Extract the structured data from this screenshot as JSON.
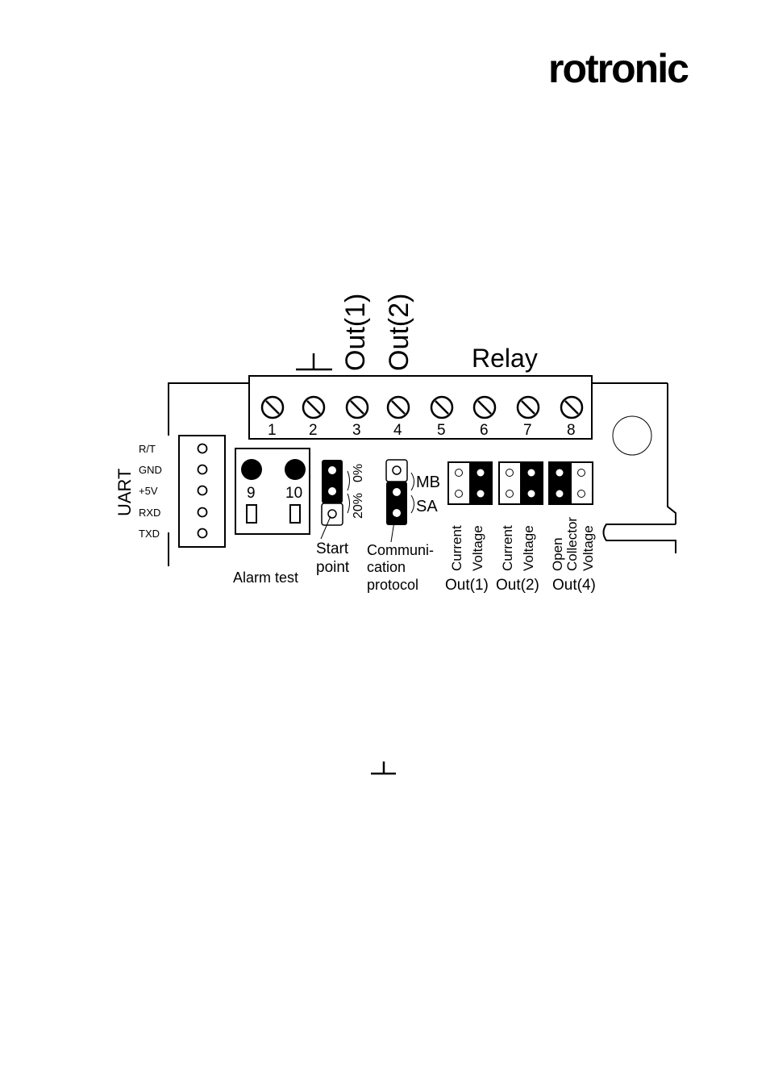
{
  "brand": {
    "logo_text": "rotronic"
  },
  "terminal": {
    "top_labels": [
      "Out(1)",
      "Out(2)"
    ],
    "relay_label": "Relay",
    "numbers": [
      "1",
      "2",
      "3",
      "4",
      "5",
      "6",
      "7",
      "8"
    ]
  },
  "uart": {
    "title": "UART",
    "pins": [
      "R/T",
      "GND",
      "+5V",
      "RXD",
      "TXD"
    ]
  },
  "alarm": {
    "label": "Alarm test",
    "buttons": [
      "9",
      "10"
    ]
  },
  "start_point": {
    "label_line1": "Start",
    "label_line2": "point",
    "opt_top": "0%",
    "opt_bottom": "20%"
  },
  "communication": {
    "label_line1": "Communi-",
    "label_line2": "cation",
    "label_line3": "protocol",
    "opt_mb": "MB",
    "opt_sa": "SA"
  },
  "outputs": [
    {
      "out_label": "Out(1)",
      "col_a": "Current",
      "col_b": "Voltage",
      "col_b2": ""
    },
    {
      "out_label": "Out(2)",
      "col_a": "Current",
      "col_b": "Voltage",
      "col_b2": ""
    },
    {
      "out_label": "Out(4)",
      "col_a": "Open",
      "col_b": "Collector",
      "col_b2": "Voltage"
    }
  ]
}
